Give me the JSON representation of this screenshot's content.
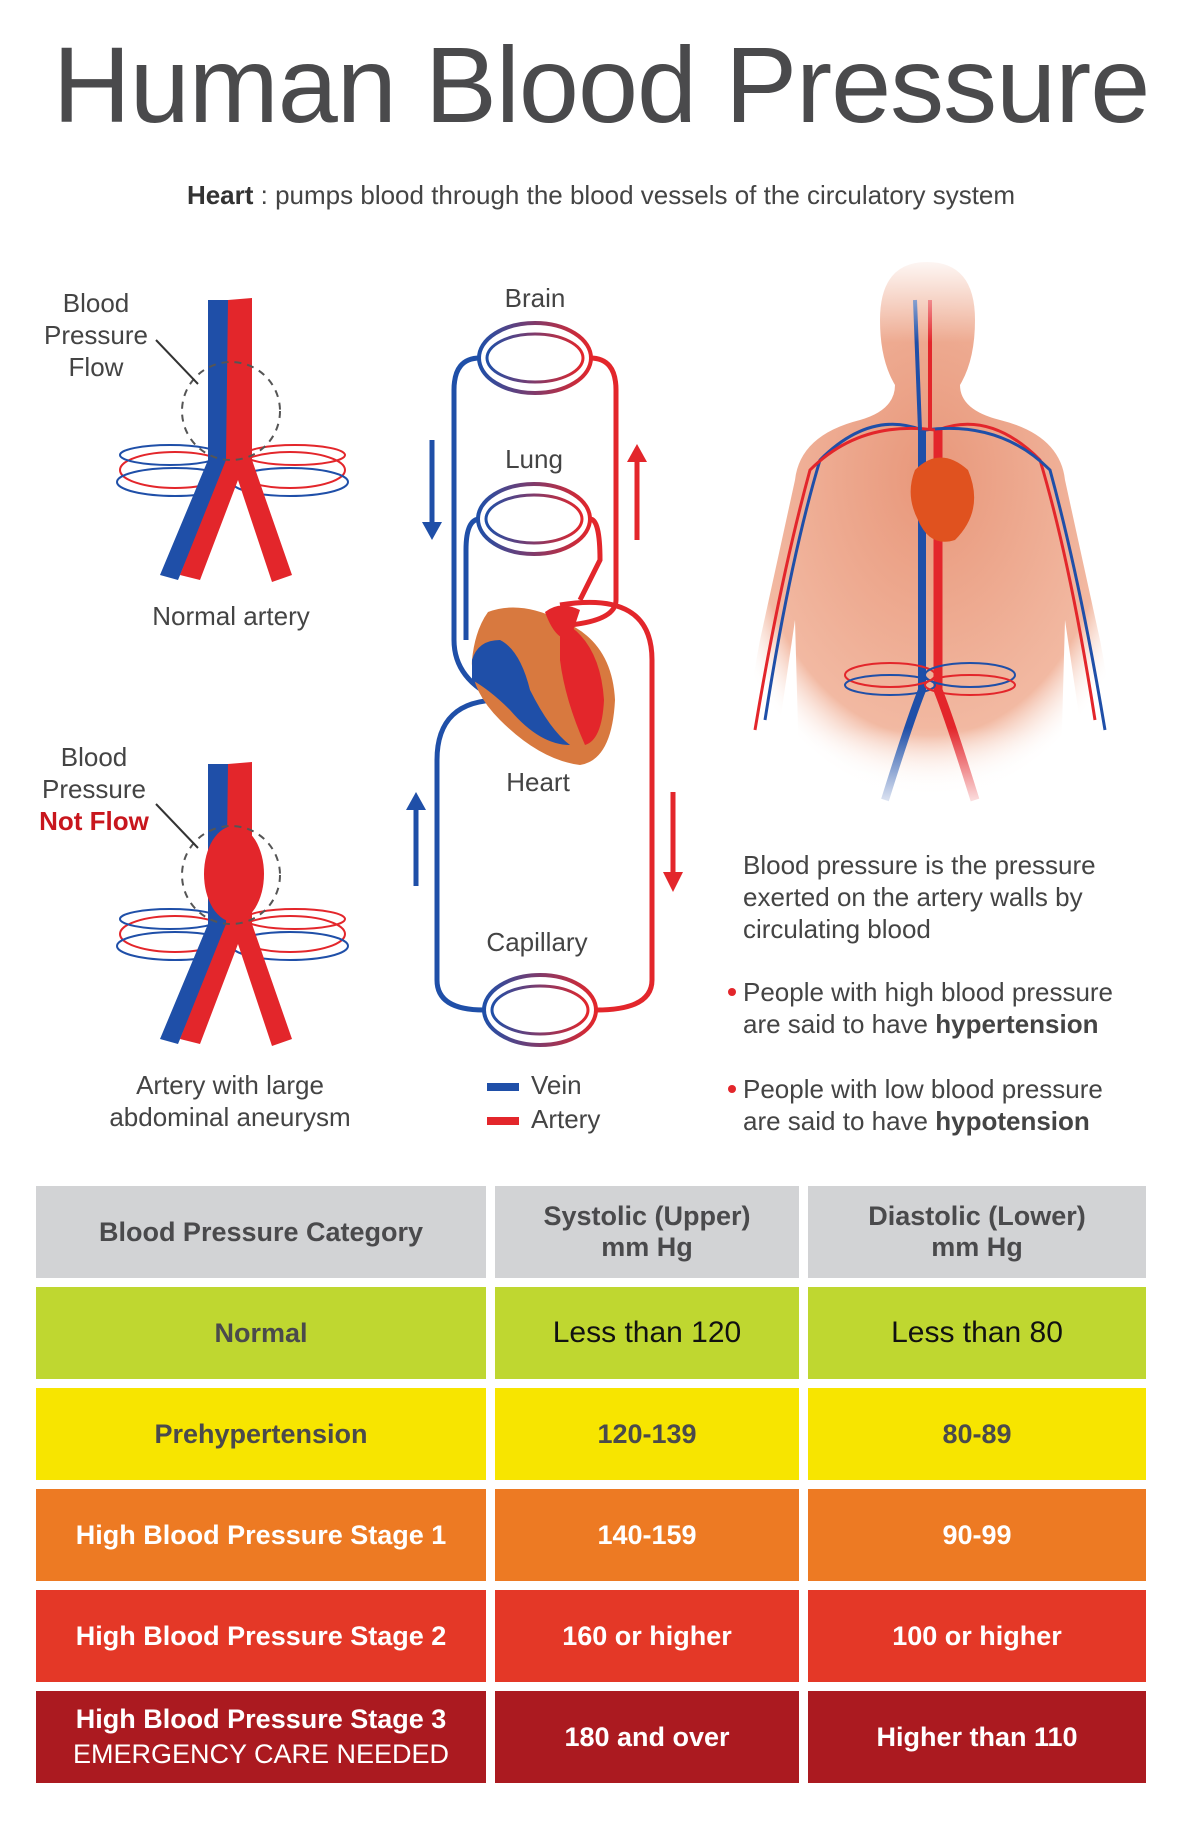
{
  "title": "Human Blood Pressure",
  "subtitle": {
    "bold": "Heart",
    "text": " : pumps blood through the blood vessels of the circulatory system"
  },
  "artery_normal": {
    "label_lines": [
      "Blood",
      "Pressure",
      "Flow"
    ],
    "caption": "Normal artery"
  },
  "artery_aneurysm": {
    "label_lines": [
      "Blood",
      "Pressure",
      "Not Flow"
    ],
    "caption_lines": [
      "Artery with large",
      "abdominal aneurysm"
    ]
  },
  "circulation": {
    "brain": "Brain",
    "lung": "Lung",
    "heart": "Heart",
    "capillary": "Capillary"
  },
  "legend": {
    "vein": "Vein",
    "artery": "Artery"
  },
  "colors": {
    "vein": "#1f4fa8",
    "artery": "#e3262b"
  },
  "info": {
    "definition_lines": [
      "Blood pressure is the pressure",
      "exerted on the artery walls by",
      "circulating blood"
    ],
    "bullet_high": {
      "line1": "People with high blood pressure",
      "line2": "are said to have ",
      "term": "hypertension"
    },
    "bullet_low": {
      "line1": "People with low blood pressure",
      "line2": "are said to have ",
      "term": "hypotension"
    }
  },
  "table": {
    "headers": [
      "Blood Pressure Category",
      "Systolic (Upper)",
      "mm Hg",
      "Diastolic (Lower)",
      "mm Hg"
    ],
    "rows": [
      {
        "category": "Normal",
        "systolic": "Less than 120",
        "diastolic": "Less than 80"
      },
      {
        "category": "Prehypertension",
        "systolic": "120-139",
        "diastolic": "80-89"
      },
      {
        "category": "High Blood Pressure Stage 1",
        "systolic": "140-159",
        "diastolic": "90-99"
      },
      {
        "category": "High Blood Pressure Stage 2",
        "systolic": "160 or higher",
        "diastolic": "100 or higher"
      },
      {
        "category": "High Blood Pressure Stage 3",
        "note": "EMERGENCY CARE NEEDED",
        "systolic": "180 and over",
        "diastolic": "Higher than 110"
      }
    ]
  }
}
